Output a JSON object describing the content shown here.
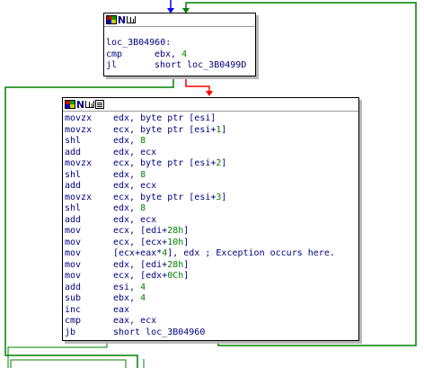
{
  "block1": {
    "label": "loc_3B04960:",
    "lines": [
      {
        "mn": "cmp",
        "parts": [
          {
            "t": "ebx, "
          },
          {
            "t": "4",
            "c": "num"
          }
        ]
      },
      {
        "mn": "jl",
        "parts": [
          {
            "t": "short loc_3B0499D"
          }
        ]
      }
    ]
  },
  "block2": {
    "lines": [
      {
        "mn": "movzx",
        "parts": [
          {
            "t": "edx, byte ptr [esi]"
          }
        ]
      },
      {
        "mn": "movzx",
        "parts": [
          {
            "t": "ecx, byte ptr [esi+"
          },
          {
            "t": "1",
            "c": "num"
          },
          {
            "t": "]"
          }
        ]
      },
      {
        "mn": "shl",
        "parts": [
          {
            "t": "edx, "
          },
          {
            "t": "8",
            "c": "num"
          }
        ]
      },
      {
        "mn": "add",
        "parts": [
          {
            "t": "edx, ecx"
          }
        ]
      },
      {
        "mn": "movzx",
        "parts": [
          {
            "t": "ecx, byte ptr [esi+"
          },
          {
            "t": "2",
            "c": "num"
          },
          {
            "t": "]"
          }
        ]
      },
      {
        "mn": "shl",
        "parts": [
          {
            "t": "edx, "
          },
          {
            "t": "8",
            "c": "num"
          }
        ]
      },
      {
        "mn": "add",
        "parts": [
          {
            "t": "edx, ecx"
          }
        ]
      },
      {
        "mn": "movzx",
        "parts": [
          {
            "t": "ecx, byte ptr [esi+"
          },
          {
            "t": "3",
            "c": "num"
          },
          {
            "t": "]"
          }
        ]
      },
      {
        "mn": "shl",
        "parts": [
          {
            "t": "edx, "
          },
          {
            "t": "8",
            "c": "num"
          }
        ]
      },
      {
        "mn": "add",
        "parts": [
          {
            "t": "edx, ecx"
          }
        ]
      },
      {
        "mn": "mov",
        "parts": [
          {
            "t": "ecx, [edi+"
          },
          {
            "t": "28h",
            "c": "num"
          },
          {
            "t": "]"
          }
        ]
      },
      {
        "mn": "mov",
        "parts": [
          {
            "t": "ecx, [ecx+"
          },
          {
            "t": "10h",
            "c": "num"
          },
          {
            "t": "]"
          }
        ]
      },
      {
        "mn": "mov",
        "parts": [
          {
            "t": "[ecx+eax*"
          },
          {
            "t": "4",
            "c": "num"
          },
          {
            "t": "], edx "
          },
          {
            "t": "; Exception occurs here.",
            "c": "cmt"
          }
        ]
      },
      {
        "mn": "mov",
        "parts": [
          {
            "t": "edx, [edi+"
          },
          {
            "t": "28h",
            "c": "num"
          },
          {
            "t": "]"
          }
        ]
      },
      {
        "mn": "mov",
        "parts": [
          {
            "t": "ecx, [edx+"
          },
          {
            "t": "0Ch",
            "c": "num"
          },
          {
            "t": "]"
          }
        ]
      },
      {
        "mn": "add",
        "parts": [
          {
            "t": "esi, "
          },
          {
            "t": "4",
            "c": "num"
          }
        ]
      },
      {
        "mn": "sub",
        "parts": [
          {
            "t": "ebx, "
          },
          {
            "t": "4",
            "c": "num"
          }
        ]
      },
      {
        "mn": "inc",
        "parts": [
          {
            "t": "eax"
          }
        ]
      },
      {
        "mn": "cmp",
        "parts": [
          {
            "t": "eax, ecx"
          }
        ]
      },
      {
        "mn": "jb",
        "parts": [
          {
            "t": "short loc_3B04960"
          }
        ]
      }
    ]
  },
  "colors": {
    "text": "#000080",
    "number": "#008000",
    "edge_true": "#008000",
    "edge_false": "#ff0000",
    "edge_normal": "#0000ff",
    "background": "#ffffff"
  }
}
